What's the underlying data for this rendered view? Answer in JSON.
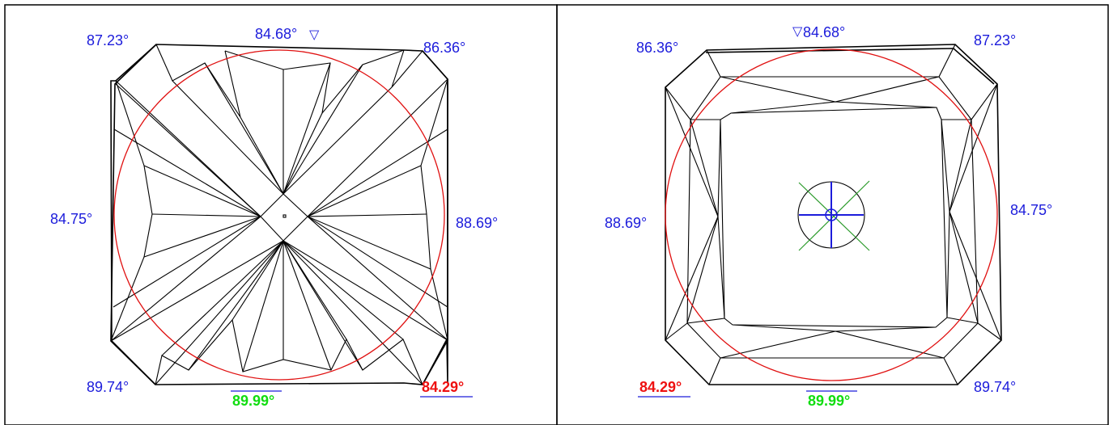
{
  "colors": {
    "normal": "#1c1cdb",
    "warning": "#ee1111",
    "best": "#11dd11",
    "girdle_circle": "#e01010",
    "lines": "#000000",
    "crosshair": "#2a9a2a"
  },
  "panel_left": {
    "view": "pavilion",
    "marker_icon": "triangle-down-icon",
    "angles": {
      "top": "84.68°",
      "top_left": "87.23°",
      "top_right": "86.36°",
      "left": "84.75°",
      "right": "88.69°",
      "bottom_left": "89.74°",
      "bottom": "89.99°",
      "bottom_right": "84.29°"
    }
  },
  "panel_right": {
    "view": "crown",
    "marker_icon": "triangle-down-icon",
    "angles": {
      "top": "84.68°",
      "top_left": "86.36°",
      "top_right": "87.23°",
      "left": "88.69°",
      "right": "84.75°",
      "bottom_left": "84.29°",
      "bottom": "89.99°",
      "bottom_right": "89.74°"
    }
  }
}
